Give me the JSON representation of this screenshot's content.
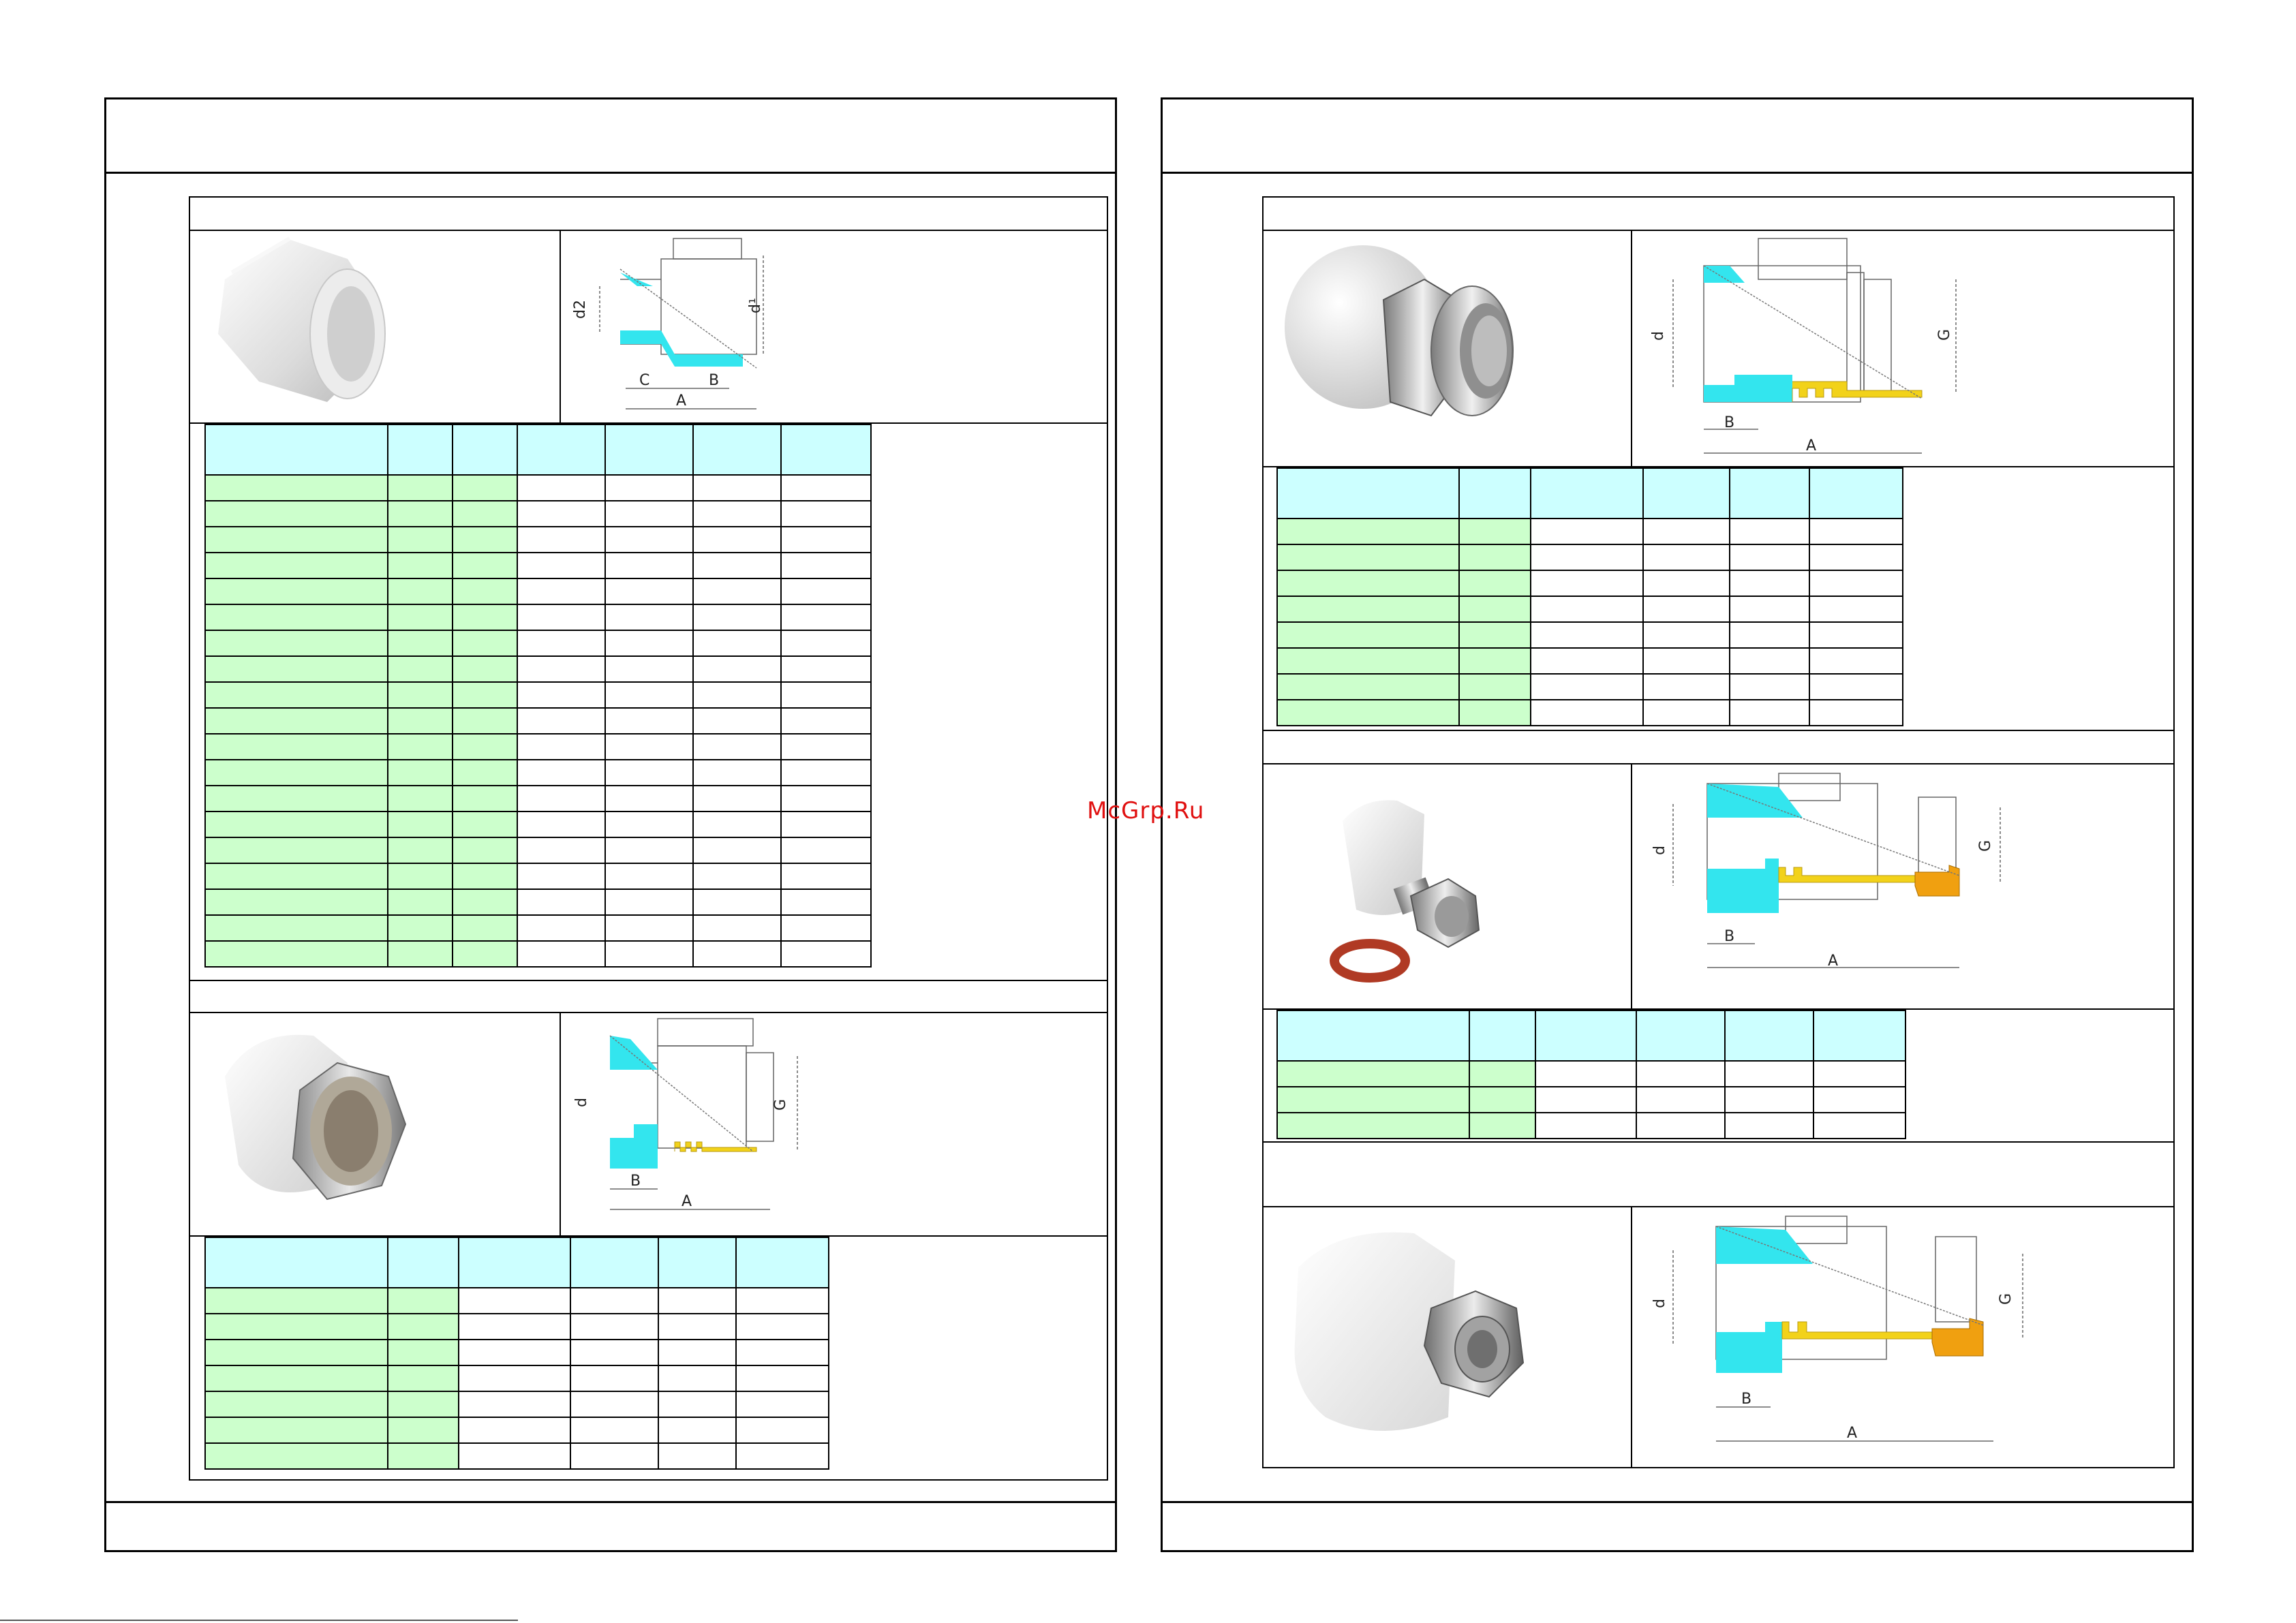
{
  "watermark": "McGrp.Ru",
  "left_page": {
    "product_1": {
      "table": {
        "green_cols": 3,
        "white_cols": 4,
        "rows": 19
      }
    },
    "product_2": {
      "table": {
        "green_cols": 2,
        "white_cols": 4,
        "rows": 7
      }
    }
  },
  "right_page": {
    "product_1": {
      "table": {
        "green_cols": 2,
        "white_cols": 4,
        "rows": 8
      }
    },
    "product_2": {
      "table": {
        "green_cols": 2,
        "white_cols": 4,
        "rows": 3
      }
    },
    "product_3": {}
  },
  "drawing_labels": {
    "d": "d",
    "d2": "d2",
    "d1": "d¹",
    "G": "G",
    "A": "A",
    "B": "B",
    "C": "C"
  },
  "colors": {
    "fluid": "#33e5ee",
    "brass": "#f2d21a",
    "nut": "#f0a010",
    "header_cell": "#ccffff",
    "green_cell": "#ccffcc",
    "watermark": "#e01010"
  }
}
